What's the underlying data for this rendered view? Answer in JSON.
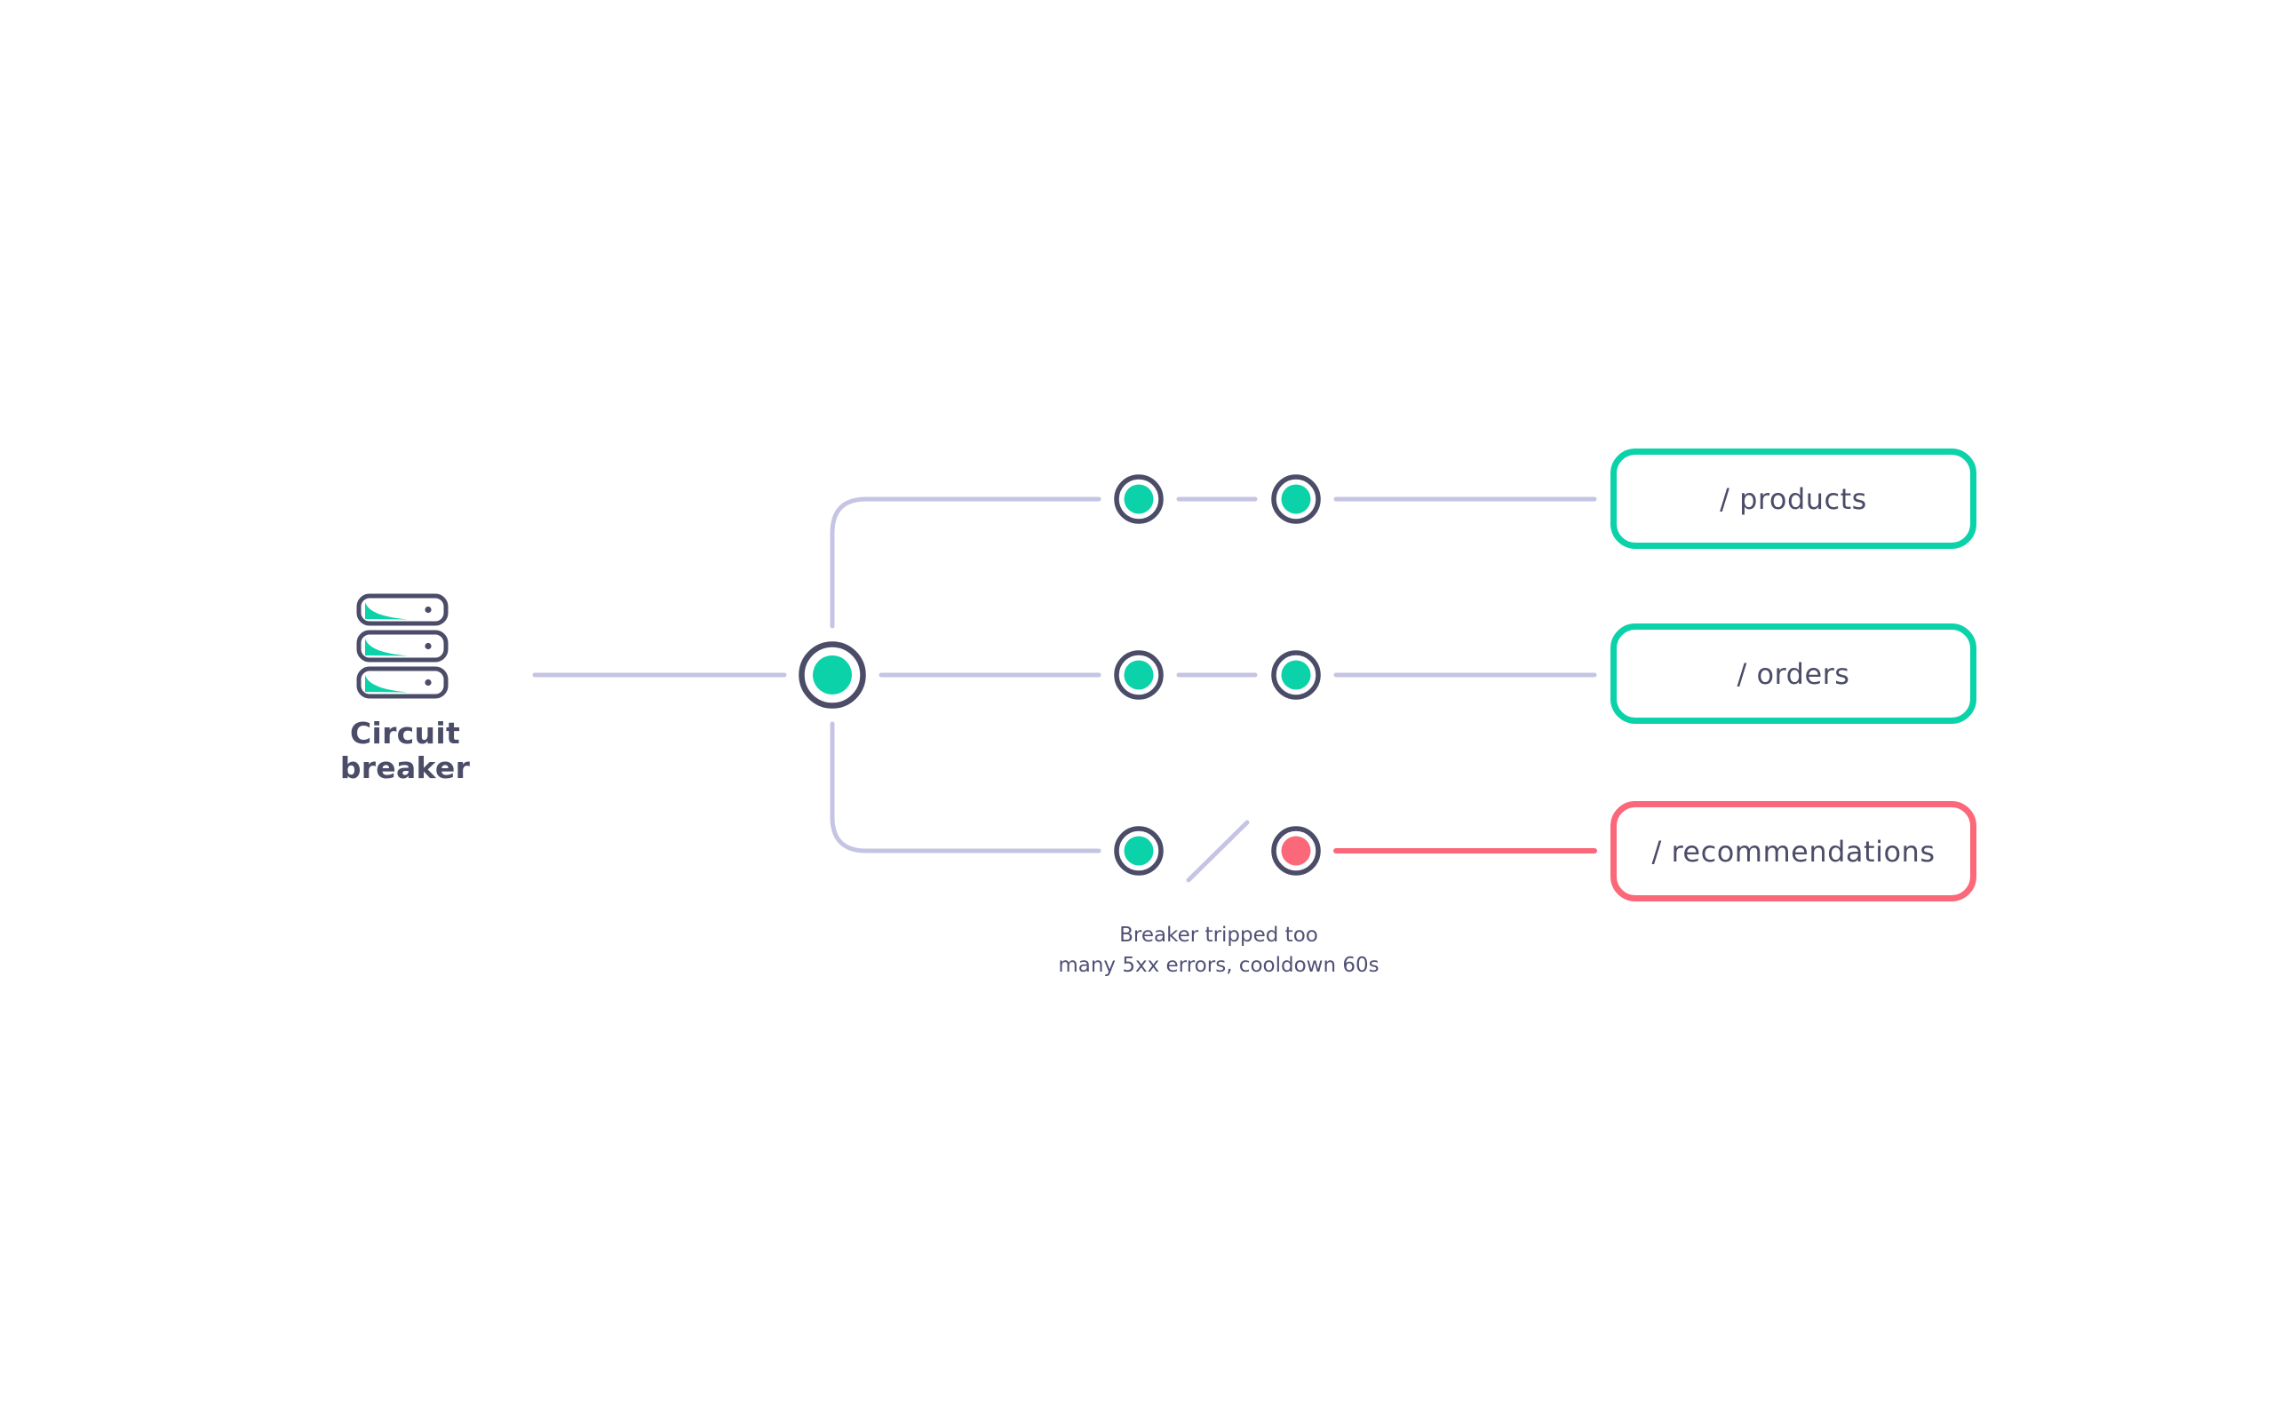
{
  "colors": {
    "teal": "#0bd2a9",
    "coral": "#fb6879",
    "slate": "#4b4c68",
    "lavender": "#c6c4e4",
    "background": "#ffffff"
  },
  "source": {
    "label": "Circuit breaker",
    "icon": "server-stack-icon"
  },
  "icons": {
    "source": "server-stack-icon",
    "broken_link": "diagonal-slash-icon"
  },
  "endpoints": [
    {
      "label": "/ products",
      "border_color": "#0bd2a9"
    },
    {
      "label": "/ orders",
      "border_color": "#0bd2a9"
    },
    {
      "label": "/ recommendations",
      "border_color": "#fb6879"
    }
  ],
  "caption": {
    "line1": "Breaker tripped too",
    "line2": "many 5xx errors, cooldown 60s"
  }
}
